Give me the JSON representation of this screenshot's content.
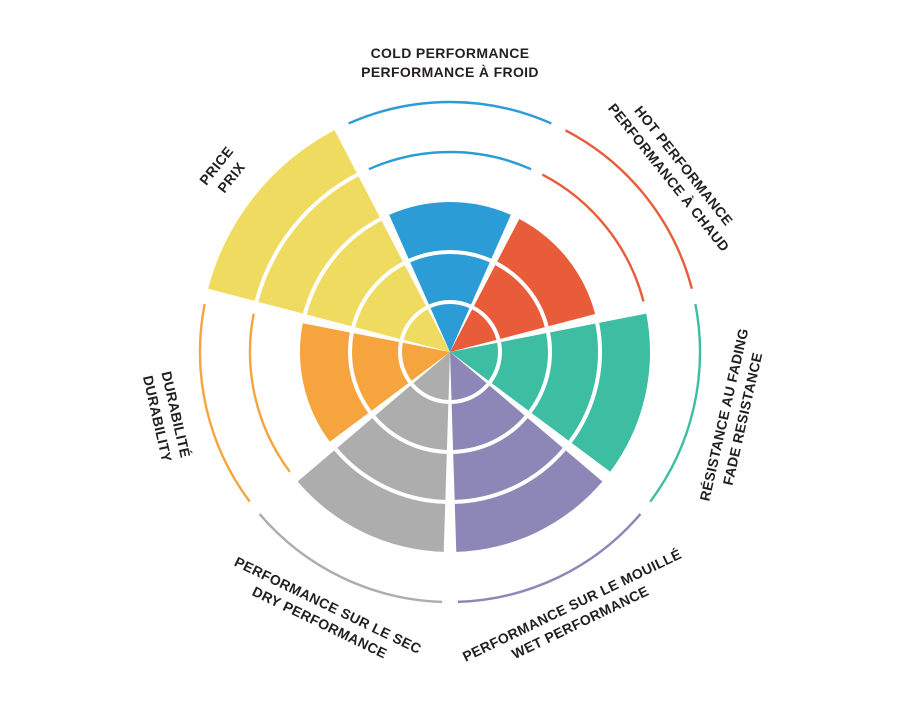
{
  "chart_data": {
    "type": "pie",
    "variant": "nightingale-rose-rating",
    "title": "",
    "levels": 5,
    "max_value": 5,
    "background": "#ffffff",
    "text_color": "#231f20",
    "sectors": [
      {
        "id": "cold-performance",
        "lines": [
          "COLD PERFORMANCE",
          "PERFORMANCE À FROID"
        ],
        "value": 3,
        "color": "#2b9cd6"
      },
      {
        "id": "hot-performance",
        "lines": [
          "HOT PERFORMANCE",
          "PERFORMANCE À CHAUD"
        ],
        "value": 3,
        "color": "#e85c3a"
      },
      {
        "id": "fade-resistance",
        "lines": [
          "RÉSISTANCE AU FADING",
          "FADE RESISTANCE"
        ],
        "value": 4,
        "color": "#3dbda2"
      },
      {
        "id": "wet-performance",
        "lines": [
          "PERFORMANCE SUR LE MOUILLÉ",
          "WET PERFORMANCE"
        ],
        "value": 4,
        "color": "#8d87b8"
      },
      {
        "id": "dry-performance",
        "lines": [
          "PERFORMANCE SUR LE SEC",
          "DRY PERFORMANCE"
        ],
        "value": 4,
        "color": "#aeadae"
      },
      {
        "id": "durability",
        "lines": [
          "DURABILITÉ",
          "DURABILITY"
        ],
        "value": 3,
        "color": "#f6a43d"
      },
      {
        "id": "price",
        "lines": [
          "PRICE",
          "PRIX"
        ],
        "value": 5,
        "color": "#efdb60"
      }
    ]
  }
}
